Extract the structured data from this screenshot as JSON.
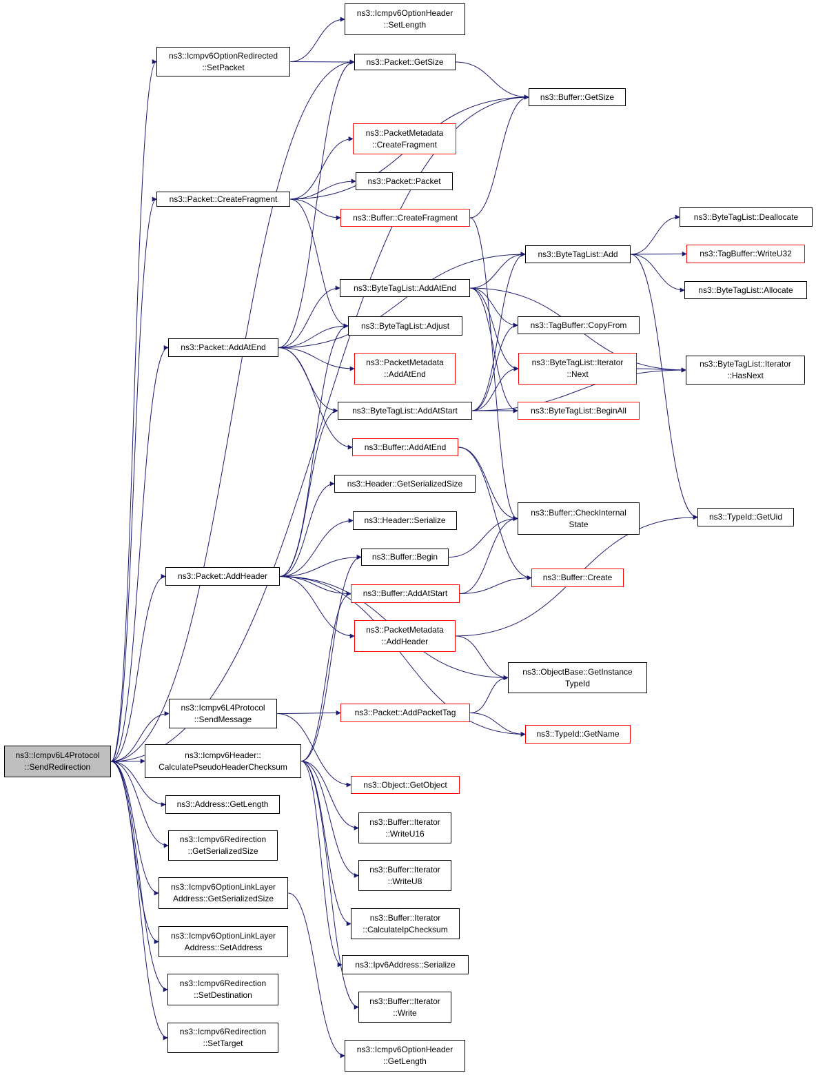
{
  "diagram": {
    "edge_color": "#191970",
    "node_border": "#000000",
    "node_border_highlight": "#ff0000",
    "root_fill": "#bfbfbf",
    "nodes": [
      {
        "id": "root",
        "lines": [
          "ns3::Icmpv6L4Protocol",
          "::SendRedirection"
        ],
        "variant": "root"
      },
      {
        "id": "redirected_setpacket",
        "lines": [
          "ns3::Icmpv6OptionRedirected",
          "::SetPacket"
        ],
        "variant": "normal"
      },
      {
        "id": "packet_createfragment",
        "lines": [
          "ns3::Packet::CreateFragment"
        ],
        "variant": "normal"
      },
      {
        "id": "packet_addatend",
        "lines": [
          "ns3::Packet::AddAtEnd"
        ],
        "variant": "normal"
      },
      {
        "id": "packet_addheader",
        "lines": [
          "ns3::Packet::AddHeader"
        ],
        "variant": "normal"
      },
      {
        "id": "l4_sendmessage",
        "lines": [
          "ns3::Icmpv6L4Protocol",
          "::SendMessage"
        ],
        "variant": "normal"
      },
      {
        "id": "header_pseudochecksum",
        "lines": [
          "ns3::Icmpv6Header::",
          "CalculatePseudoHeaderChecksum"
        ],
        "variant": "normal"
      },
      {
        "id": "address_getlength",
        "lines": [
          "ns3::Address::GetLength"
        ],
        "variant": "normal"
      },
      {
        "id": "redirection_getserializedsize",
        "lines": [
          "ns3::Icmpv6Redirection",
          "::GetSerializedSize"
        ],
        "variant": "normal"
      },
      {
        "id": "linklayer_getserializedsize",
        "lines": [
          "ns3::Icmpv6OptionLinkLayer",
          "Address::GetSerializedSize"
        ],
        "variant": "normal"
      },
      {
        "id": "linklayer_setaddress",
        "lines": [
          "ns3::Icmpv6OptionLinkLayer",
          "Address::SetAddress"
        ],
        "variant": "normal"
      },
      {
        "id": "redirection_setdestination",
        "lines": [
          "ns3::Icmpv6Redirection",
          "::SetDestination"
        ],
        "variant": "normal"
      },
      {
        "id": "redirection_settarget",
        "lines": [
          "ns3::Icmpv6Redirection",
          "::SetTarget"
        ],
        "variant": "normal"
      },
      {
        "id": "optionheader_setlength",
        "lines": [
          "ns3::Icmpv6OptionHeader",
          "::SetLength"
        ],
        "variant": "normal"
      },
      {
        "id": "packet_getsize",
        "lines": [
          "ns3::Packet::GetSize"
        ],
        "variant": "normal"
      },
      {
        "id": "metadata_createfragment",
        "lines": [
          "ns3::PacketMetadata",
          "::CreateFragment"
        ],
        "variant": "highlight"
      },
      {
        "id": "packet_packet",
        "lines": [
          "ns3::Packet::Packet"
        ],
        "variant": "normal"
      },
      {
        "id": "buffer_createfragment",
        "lines": [
          "ns3::Buffer::CreateFragment"
        ],
        "variant": "highlight"
      },
      {
        "id": "bytetaglist_addatend",
        "lines": [
          "ns3::ByteTagList::AddAtEnd"
        ],
        "variant": "normal"
      },
      {
        "id": "bytetaglist_adjust",
        "lines": [
          "ns3::ByteTagList::Adjust"
        ],
        "variant": "normal"
      },
      {
        "id": "metadata_addatend",
        "lines": [
          "ns3::PacketMetadata",
          "::AddAtEnd"
        ],
        "variant": "highlight"
      },
      {
        "id": "bytetaglist_addatstart",
        "lines": [
          "ns3::ByteTagList::AddAtStart"
        ],
        "variant": "normal"
      },
      {
        "id": "buffer_addatend",
        "lines": [
          "ns3::Buffer::AddAtEnd"
        ],
        "variant": "highlight"
      },
      {
        "id": "header_getserializedsize",
        "lines": [
          "ns3::Header::GetSerializedSize"
        ],
        "variant": "normal"
      },
      {
        "id": "header_serialize",
        "lines": [
          "ns3::Header::Serialize"
        ],
        "variant": "normal"
      },
      {
        "id": "buffer_begin",
        "lines": [
          "ns3::Buffer::Begin"
        ],
        "variant": "normal"
      },
      {
        "id": "buffer_addatstart",
        "lines": [
          "ns3::Buffer::AddAtStart"
        ],
        "variant": "highlight"
      },
      {
        "id": "metadata_addheader",
        "lines": [
          "ns3::PacketMetadata",
          "::AddHeader"
        ],
        "variant": "highlight"
      },
      {
        "id": "packet_addpackettag",
        "lines": [
          "ns3::Packet::AddPacketTag"
        ],
        "variant": "highlight"
      },
      {
        "id": "object_getobject",
        "lines": [
          "ns3::Object::GetObject"
        ],
        "variant": "highlight"
      },
      {
        "id": "iter_writeu16",
        "lines": [
          "ns3::Buffer::Iterator",
          "::WriteU16"
        ],
        "variant": "normal"
      },
      {
        "id": "iter_writeu8",
        "lines": [
          "ns3::Buffer::Iterator",
          "::WriteU8"
        ],
        "variant": "normal"
      },
      {
        "id": "iter_calcipchecksum",
        "lines": [
          "ns3::Buffer::Iterator",
          "::CalculateIpChecksum"
        ],
        "variant": "normal"
      },
      {
        "id": "ipv6_serialize",
        "lines": [
          "ns3::Ipv6Address::Serialize"
        ],
        "variant": "normal"
      },
      {
        "id": "iter_write",
        "lines": [
          "ns3::Buffer::Iterator",
          "::Write"
        ],
        "variant": "normal"
      },
      {
        "id": "optionheader_getlength",
        "lines": [
          "ns3::Icmpv6OptionHeader",
          "::GetLength"
        ],
        "variant": "normal"
      },
      {
        "id": "buffer_getsize",
        "lines": [
          "ns3::Buffer::GetSize"
        ],
        "variant": "normal"
      },
      {
        "id": "bytetaglist_add",
        "lines": [
          "ns3::ByteTagList::Add"
        ],
        "variant": "normal"
      },
      {
        "id": "tagbuffer_copyfrom",
        "lines": [
          "ns3::TagBuffer::CopyFrom"
        ],
        "variant": "normal"
      },
      {
        "id": "iterator_next",
        "lines": [
          "ns3::ByteTagList::Iterator",
          "::Next"
        ],
        "variant": "highlight"
      },
      {
        "id": "bytetaglist_beginall",
        "lines": [
          "ns3::ByteTagList::BeginAll"
        ],
        "variant": "highlight"
      },
      {
        "id": "buffer_checkinternalstate",
        "lines": [
          "ns3::Buffer::CheckInternal",
          "State"
        ],
        "variant": "normal"
      },
      {
        "id": "buffer_create",
        "lines": [
          "ns3::Buffer::Create"
        ],
        "variant": "highlight"
      },
      {
        "id": "objectbase_getinstancetypeid",
        "lines": [
          "ns3::ObjectBase::GetInstance",
          "TypeId"
        ],
        "variant": "normal"
      },
      {
        "id": "typeid_getname",
        "lines": [
          "ns3::TypeId::GetName"
        ],
        "variant": "highlight"
      },
      {
        "id": "bytetaglist_deallocate",
        "lines": [
          "ns3::ByteTagList::Deallocate"
        ],
        "variant": "normal"
      },
      {
        "id": "tagbuffer_writeu32",
        "lines": [
          "ns3::TagBuffer::WriteU32"
        ],
        "variant": "highlight"
      },
      {
        "id": "bytetaglist_allocate",
        "lines": [
          "ns3::ByteTagList::Allocate"
        ],
        "variant": "normal"
      },
      {
        "id": "iterator_hasnext",
        "lines": [
          "ns3::ByteTagList::Iterator",
          "::HasNext"
        ],
        "variant": "normal"
      },
      {
        "id": "typeid_getuid",
        "lines": [
          "ns3::TypeId::GetUid"
        ],
        "variant": "normal"
      }
    ],
    "edges": [
      [
        "root",
        "redirected_setpacket"
      ],
      [
        "root",
        "packet_getsize"
      ],
      [
        "root",
        "buffer_getsize"
      ],
      [
        "root",
        "packet_createfragment"
      ],
      [
        "root",
        "packet_addatend"
      ],
      [
        "root",
        "packet_addheader"
      ],
      [
        "root",
        "l4_sendmessage"
      ],
      [
        "root",
        "header_pseudochecksum"
      ],
      [
        "root",
        "address_getlength"
      ],
      [
        "root",
        "redirection_getserializedsize"
      ],
      [
        "root",
        "linklayer_getserializedsize"
      ],
      [
        "root",
        "linklayer_setaddress"
      ],
      [
        "root",
        "redirection_setdestination"
      ],
      [
        "root",
        "redirection_settarget"
      ],
      [
        "redirected_setpacket",
        "optionheader_setlength"
      ],
      [
        "redirected_setpacket",
        "packet_getsize"
      ],
      [
        "packet_getsize",
        "buffer_getsize"
      ],
      [
        "packet_createfragment",
        "metadata_createfragment"
      ],
      [
        "packet_createfragment",
        "packet_packet"
      ],
      [
        "packet_createfragment",
        "buffer_createfragment"
      ],
      [
        "packet_createfragment",
        "bytetaglist_adjust"
      ],
      [
        "packet_createfragment",
        "buffer_getsize"
      ],
      [
        "buffer_createfragment",
        "buffer_getsize"
      ],
      [
        "buffer_createfragment",
        "buffer_checkinternalstate"
      ],
      [
        "packet_addatend",
        "packet_getsize"
      ],
      [
        "packet_addatend",
        "bytetaglist_add"
      ],
      [
        "packet_addatend",
        "bytetaglist_addatend"
      ],
      [
        "packet_addatend",
        "bytetaglist_adjust"
      ],
      [
        "packet_addatend",
        "metadata_addatend"
      ],
      [
        "packet_addatend",
        "bytetaglist_addatstart"
      ],
      [
        "packet_addatend",
        "buffer_addatend"
      ],
      [
        "bytetaglist_addatend",
        "bytetaglist_add"
      ],
      [
        "bytetaglist_addatend",
        "tagbuffer_copyfrom"
      ],
      [
        "bytetaglist_addatend",
        "iterator_next"
      ],
      [
        "bytetaglist_addatend",
        "bytetaglist_beginall"
      ],
      [
        "bytetaglist_addatend",
        "iterator_hasnext"
      ],
      [
        "bytetaglist_addatstart",
        "bytetaglist_add"
      ],
      [
        "bytetaglist_addatstart",
        "tagbuffer_copyfrom"
      ],
      [
        "bytetaglist_addatstart",
        "iterator_next"
      ],
      [
        "bytetaglist_addatstart",
        "bytetaglist_beginall"
      ],
      [
        "bytetaglist_addatstart",
        "iterator_hasnext"
      ],
      [
        "iterator_next",
        "iterator_hasnext"
      ],
      [
        "bytetaglist_add",
        "bytetaglist_deallocate"
      ],
      [
        "bytetaglist_add",
        "tagbuffer_writeu32"
      ],
      [
        "bytetaglist_add",
        "bytetaglist_allocate"
      ],
      [
        "bytetaglist_add",
        "typeid_getuid"
      ],
      [
        "buffer_addatend",
        "buffer_checkinternalstate"
      ],
      [
        "buffer_addatend",
        "buffer_create"
      ],
      [
        "packet_addheader",
        "bytetaglist_adjust"
      ],
      [
        "packet_addheader",
        "bytetaglist_addatstart"
      ],
      [
        "packet_addheader",
        "header_getserializedsize"
      ],
      [
        "packet_addheader",
        "header_serialize"
      ],
      [
        "packet_addheader",
        "buffer_begin"
      ],
      [
        "packet_addheader",
        "buffer_addatstart"
      ],
      [
        "packet_addheader",
        "metadata_addheader"
      ],
      [
        "packet_addheader",
        "objectbase_getinstancetypeid"
      ],
      [
        "packet_addheader",
        "typeid_getname"
      ],
      [
        "buffer_begin",
        "buffer_checkinternalstate"
      ],
      [
        "buffer_addatstart",
        "buffer_checkinternalstate"
      ],
      [
        "buffer_addatstart",
        "buffer_create"
      ],
      [
        "metadata_addheader",
        "typeid_getuid"
      ],
      [
        "metadata_addheader",
        "objectbase_getinstancetypeid"
      ],
      [
        "l4_sendmessage",
        "packet_addpackettag"
      ],
      [
        "l4_sendmessage",
        "object_getobject"
      ],
      [
        "packet_addpackettag",
        "objectbase_getinstancetypeid"
      ],
      [
        "packet_addpackettag",
        "typeid_getname"
      ],
      [
        "header_pseudochecksum",
        "buffer_begin"
      ],
      [
        "header_pseudochecksum",
        "buffer_addatstart"
      ],
      [
        "header_pseudochecksum",
        "iter_writeu16"
      ],
      [
        "header_pseudochecksum",
        "iter_writeu8"
      ],
      [
        "header_pseudochecksum",
        "iter_calcipchecksum"
      ],
      [
        "header_pseudochecksum",
        "ipv6_serialize"
      ],
      [
        "header_pseudochecksum",
        "iter_write"
      ],
      [
        "linklayer_getserializedsize",
        "optionheader_getlength"
      ]
    ]
  }
}
